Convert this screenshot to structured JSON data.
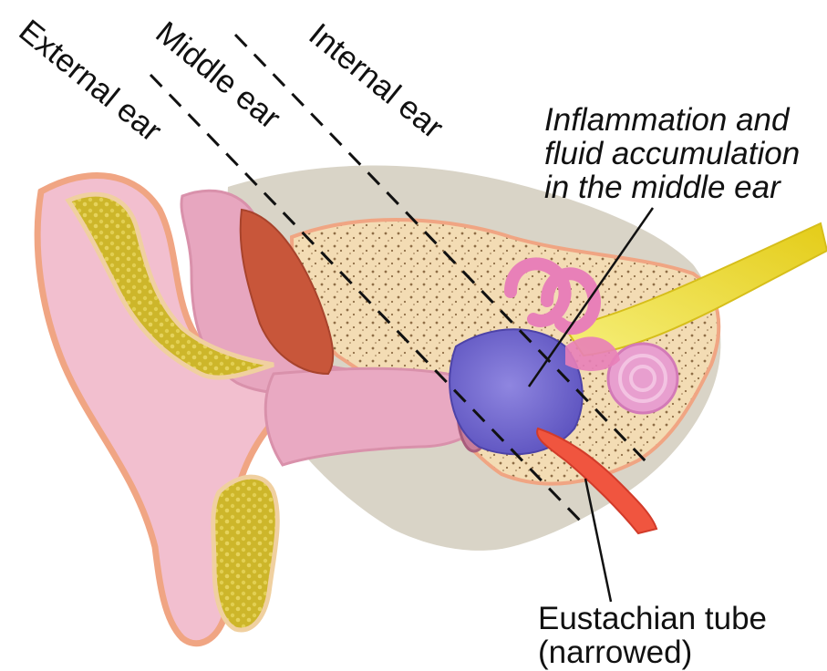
{
  "labels": {
    "external_ear": "External ear",
    "middle_ear": "Middle ear",
    "internal_ear": "Internal ear",
    "inflammation": [
      "Inflammation and",
      "fluid accumulation",
      "in the middle ear"
    ],
    "eustachian": [
      "Eustachian tube",
      "(narrowed)"
    ]
  },
  "colors": {
    "skin": "#f2bfcf",
    "skin_dark": "#d991ab",
    "skin_edge": "#f0a583",
    "cartilage_fat": "#cdb62a",
    "bone": "#f3dcb4",
    "bone_pores": "#8e6d46",
    "skull_gray": "#d9d4c7",
    "fluid": "#7a6fd0",
    "cochlea": "#e880b8",
    "nerve": "#f2e53a",
    "muscle": "#c8563a",
    "tube_red": "#f0553f",
    "text": "#111111"
  },
  "icons": [
    "dashed-divider-lines",
    "leader-lines"
  ]
}
